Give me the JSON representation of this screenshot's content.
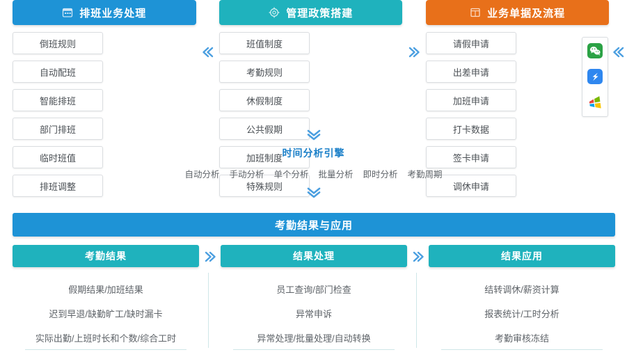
{
  "colors": {
    "blue": "#1e93d6",
    "teal": "#1fb2bd",
    "orange": "#e8701a",
    "chevron": "#4b9fe0",
    "text": "#5e6368",
    "engine_title": "#1a7fc8"
  },
  "top": {
    "columns": [
      {
        "title": "排班业务处理",
        "icon": "calendar-icon",
        "accent": "#1e93d6",
        "cells": [
          "倒班规则",
          "自动配班",
          "智能排班",
          "部门排班",
          "临时班值",
          "排班调整"
        ]
      },
      {
        "title": "管理政策搭建",
        "icon": "gear-icon",
        "accent": "#1fb2bd",
        "cells": [
          "班值制度",
          "考勤规则",
          "休假制度",
          "公共假期",
          "加班制度",
          "特殊规则"
        ]
      },
      {
        "title": "业务单据及流程",
        "icon": "form-document-icon",
        "accent": "#e8701a",
        "cells": [
          "请假申请",
          "出差申请",
          "加班申请",
          "打卡数据",
          "签卡申请",
          "调休申请"
        ]
      }
    ],
    "separators": [
      {
        "name": "chevron-left-double-icon",
        "direction": "left"
      },
      {
        "name": "chevron-right-double-icon",
        "direction": "right"
      },
      {
        "name": "chevron-left-double-icon",
        "direction": "left"
      }
    ],
    "dock": {
      "apps": [
        "wechat-icon",
        "dingtalk-icon",
        "windows-icon"
      ]
    }
  },
  "middle": {
    "engine_title": "时间分析引擎",
    "tags": [
      "自动分析",
      "手动分析",
      "单个分析",
      "批量分析",
      "即时分析",
      "考勤周期"
    ],
    "chevron_top": "chevron-down-double-icon",
    "chevron_bottom": "chevron-down-double-icon"
  },
  "bottom": {
    "banner": "考勤结果与应用",
    "columns": [
      {
        "title": "考勤结果",
        "lines": [
          "假期结果/加班结果",
          "迟到早退/缺勤旷工/缺时漏卡",
          "实际出勤/上班时长和个数/综合工时"
        ]
      },
      {
        "title": "结果处理",
        "lines": [
          "员工查询/部门检查",
          "异常申诉",
          "异常处理/批量处理/自动转换"
        ]
      },
      {
        "title": "结果应用",
        "lines": [
          "结转调休/薪资计算",
          "报表统计/工时分析",
          "考勤审核冻结"
        ]
      }
    ],
    "separators": [
      {
        "name": "chevron-right-double-icon",
        "direction": "right"
      },
      {
        "name": "chevron-right-double-icon",
        "direction": "right"
      }
    ]
  }
}
